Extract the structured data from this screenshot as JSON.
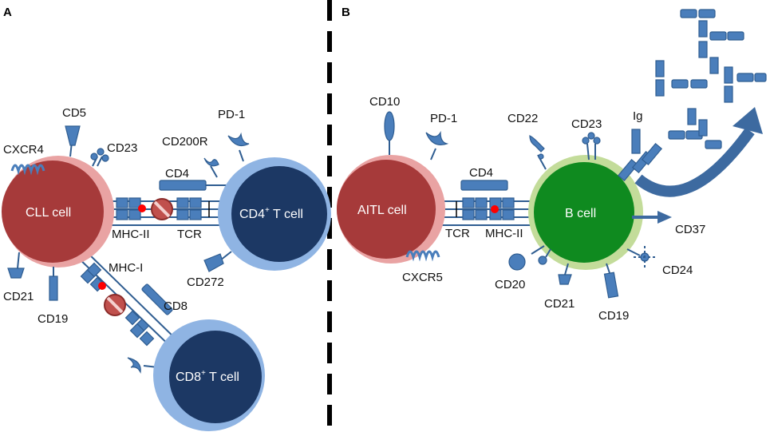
{
  "panels": {
    "a": "A",
    "b": "B"
  },
  "cells": {
    "cll": "CLL cell",
    "cd4_main": "CD4",
    "cd4_sup": "+",
    "cd4_rest": " T cell",
    "cd8_main": "CD8",
    "cd8_sup": "+",
    "cd8_rest": " T cell",
    "aitl": "AITL cell",
    "bcell": "B cell"
  },
  "labels_a": {
    "cd5": "CD5",
    "cxcr4": "CXCR4",
    "cd23": "CD23",
    "mhc2": "MHC-II",
    "tcr": "TCR",
    "cd4": "CD4",
    "cd200r": "CD200R",
    "pd1": "PD-1",
    "cd272": "CD272",
    "mhc1": "MHC-I",
    "cd8": "CD8",
    "cd21": "CD21",
    "cd19": "CD19"
  },
  "labels_b": {
    "cd10": "CD10",
    "pd1": "PD-1",
    "cd22": "CD22",
    "cd23": "CD23",
    "ig": "Ig",
    "cd4": "CD4",
    "tcr": "TCR",
    "mhc2": "MHC-II",
    "cxcr5": "CXCR5",
    "cd37": "CD37",
    "cd24": "CD24",
    "cd20": "CD20",
    "cd21": "CD21",
    "cd19": "CD19"
  },
  "colors": {
    "cll_fill": "#a63a3a",
    "cll_ring": "#e9a3a3",
    "tcell_fill": "#1c3864",
    "tcell_ring": "#8fb4e3",
    "bcell_fill": "#0f8a1f",
    "bcell_ring": "#c3dc9a",
    "molecule": "#4a7ebb",
    "block": "#c0504d",
    "dot": "#ff0000"
  }
}
